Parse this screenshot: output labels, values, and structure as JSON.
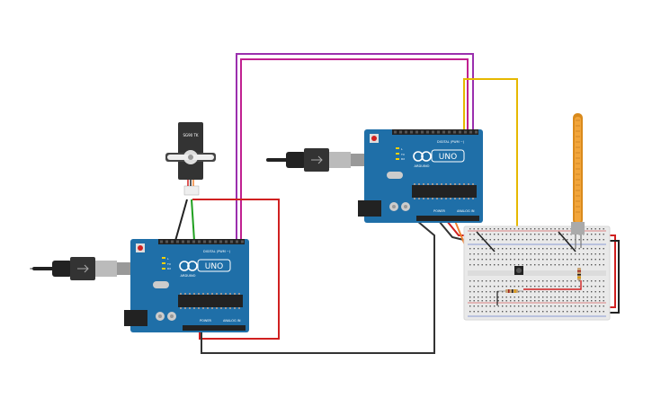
{
  "colors": {
    "board": "#1f6fa8",
    "board_dark": "#17557f",
    "wire_red": "#d02020",
    "wire_black": "#333333",
    "wire_purple": "#9b2fae",
    "wire_magenta": "#c02090",
    "wire_yellow": "#e6b800",
    "wire_green": "#20a020",
    "wire_orange": "#f08030",
    "breadboard": "#e9e9e9",
    "flex_sensor": "#d98a1c",
    "usb_cable": "#222222",
    "usb_plug": "#bbbbbb"
  },
  "board_left": {
    "logo": "UNO",
    "brand": "ARDUINO",
    "digital_label": "DIGITAL (PWM ~)",
    "power_label": "POWER",
    "analog_label": "ANALOG IN",
    "tx_label": "TX",
    "rx_label": "RX",
    "on_label": "ON",
    "l_label": "L"
  },
  "board_right": {
    "logo": "UNO",
    "brand": "ARDUINO",
    "digital_label": "DIGITAL (PWM ~)",
    "power_label": "POWER",
    "analog_label": "ANALOG IN",
    "tx_label": "TX",
    "rx_label": "RX",
    "on_label": "ON",
    "l_label": "L"
  },
  "servo": {
    "model": "SG90 TK",
    "icon": "servo-motor-icon"
  },
  "components": {
    "breadboard_icon": "breadboard-icon",
    "flex_sensor_icon": "flex-sensor-icon",
    "pushbutton_icon": "pushbutton-icon",
    "resistor_icon": "resistor-icon",
    "usb_icon": "usb-cable-icon"
  }
}
